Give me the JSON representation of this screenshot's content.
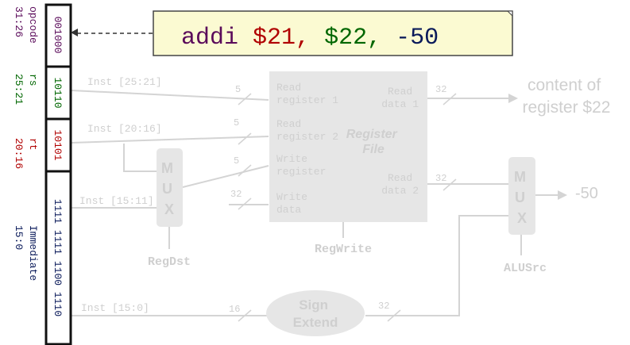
{
  "instruction": {
    "mnemonic": "addi",
    "rs_reg": "$21,",
    "rt_reg": "$22,",
    "immediate": "-50",
    "colors": {
      "mnemonic": "#5a0a5a",
      "rs": "#b00000",
      "rt": "#006600",
      "imm": "#0a1a5a",
      "box_fill": "#fbfad2"
    }
  },
  "fields": [
    {
      "name_lines": [
        "opcode",
        "31:26"
      ],
      "bits_lines": [
        "001000"
      ],
      "color": "#5a0a5a"
    },
    {
      "name_lines": [
        "rs",
        "25:21"
      ],
      "bits_lines": [
        "10110"
      ],
      "color": "#006600"
    },
    {
      "name_lines": [
        "rt",
        "20:16"
      ],
      "bits_lines": [
        "10101"
      ],
      "color": "#b00000"
    },
    {
      "name_lines": [
        "Immediate",
        "15:0"
      ],
      "bits_lines": [
        "1111 1111 1100 1110"
      ],
      "color": "#0a1a5a"
    }
  ],
  "wires": {
    "inst_25_21": "Inst [25:21]",
    "inst_20_16": "Inst [20:16]",
    "inst_15_11": "Inst [15:11]",
    "inst_15_0": "Inst [15:0]",
    "w5a": "5",
    "w5b": "5",
    "w5c": "5",
    "w32_write": "32",
    "w32_rd1": "32",
    "w32_rd2": "32",
    "w16": "16",
    "w32_ext": "32"
  },
  "register_file": {
    "read_reg_1": [
      "Read",
      "register 1"
    ],
    "read_reg_2": [
      "Read",
      "register 2"
    ],
    "write_reg": [
      "Write",
      "register"
    ],
    "write_data": [
      "Write",
      "data"
    ],
    "read_data_1": [
      "Read",
      "data 1"
    ],
    "read_data_2": [
      "Read",
      "data 2"
    ],
    "title": [
      "Register",
      "File"
    ],
    "control": "RegWrite"
  },
  "mux_left": {
    "letters": [
      "M",
      "U",
      "X"
    ],
    "control": "RegDst"
  },
  "mux_right": {
    "letters": [
      "M",
      "U",
      "X"
    ],
    "control": "ALUSrc"
  },
  "sign_extend": [
    "Sign",
    "Extend"
  ],
  "outputs": {
    "rd1_note": [
      "content of",
      "register $22"
    ],
    "mux_out": "-50"
  }
}
